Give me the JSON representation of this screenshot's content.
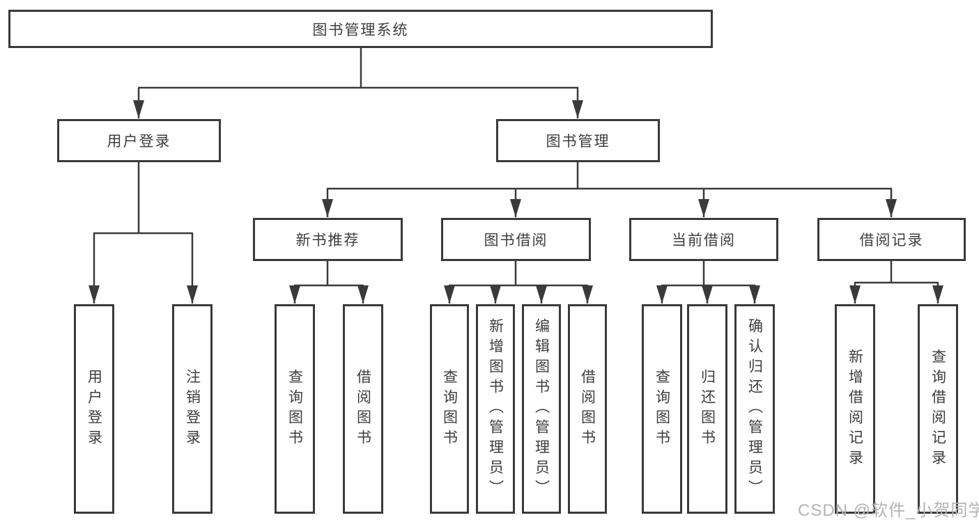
{
  "diagram": {
    "root": "图书管理系统",
    "level2": [
      "用户登录",
      "图书管理"
    ],
    "level3": [
      "新书推荐",
      "图书借阅",
      "当前借阅",
      "借阅记录"
    ],
    "user_login_children": [
      "用户登录",
      "注销登录"
    ],
    "new_book_children": [
      "查询图书",
      "借阅图书"
    ],
    "borrow_children": [
      "查询图书",
      "新增图书（管理员）",
      "编辑图书（管理员）",
      "借阅图书"
    ],
    "current_children": [
      "查询图书",
      "归还图书",
      "确认归还（管理员）"
    ],
    "records_children": [
      "新增借阅记录",
      "查询借阅记录"
    ]
  },
  "watermark": "CSDN @软件_小贺同学",
  "colors": {
    "line": "#3a3a3a",
    "text": "#3d3d3d",
    "watermark": "#b3b3b3",
    "background": "#ffffff"
  }
}
